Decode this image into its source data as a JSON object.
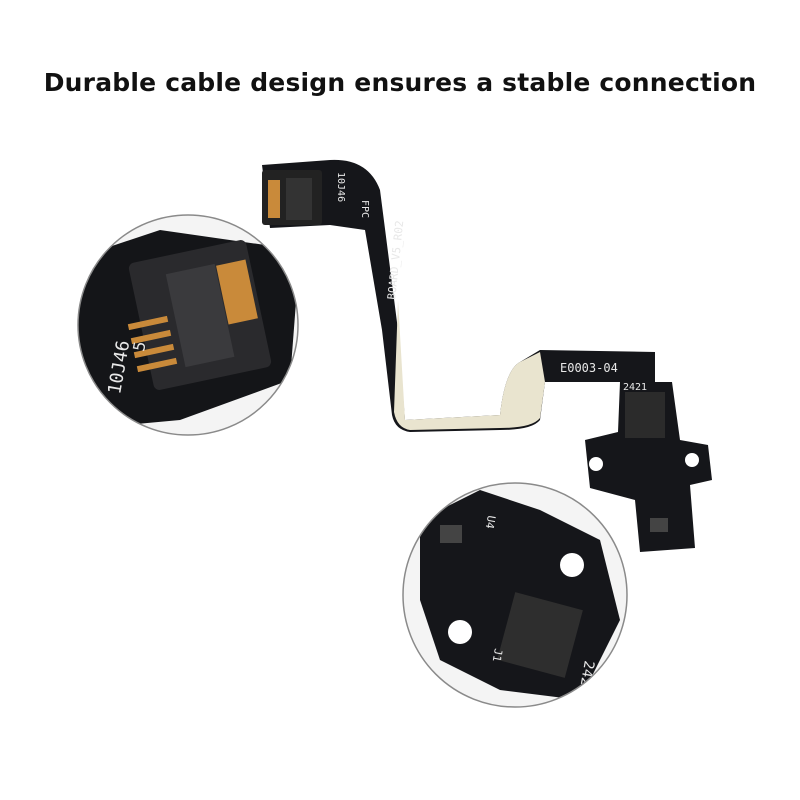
{
  "title": "Durable cable design ensures a stable connection",
  "silkscreen": {
    "connector_ref": "10J46",
    "pin_mark": "5",
    "fpc": "FPC",
    "board": "BOARD_V5_R02",
    "part": "E0003-04",
    "date_code": "2421",
    "j1": "J1",
    "u4": "U4"
  },
  "colors": {
    "pcb": "#15161a",
    "stiffener": "#e9e4cf",
    "contacts": "#c98a3a",
    "circle_border": "#8a8a8a"
  }
}
